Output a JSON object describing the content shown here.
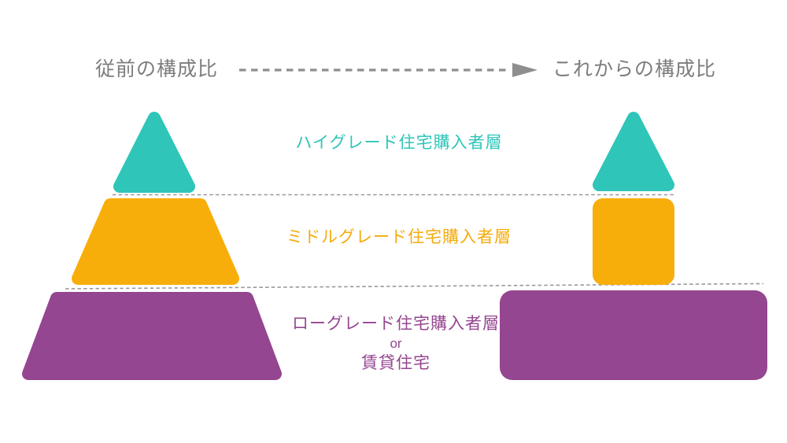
{
  "header": {
    "left_title": "従前の構成比",
    "right_title": "これからの構成比"
  },
  "colors": {
    "teal": "#2fc5b9",
    "orange": "#f8ae0a",
    "purple": "#954690",
    "title_grey": "#7d7d7d",
    "arrow_grey": "#8e8e8e",
    "dotted_line_grey": "#999999",
    "background": "#ffffff"
  },
  "tiers": {
    "high": {
      "label": "ハイグレード住宅購入者層",
      "color": "#2fc5b9"
    },
    "middle": {
      "label": "ミドルグレード住宅購入者層",
      "color": "#f8ae0a"
    },
    "low": {
      "label": "ローグレード住宅購入者層",
      "connector": "or",
      "label2": "賃貸住宅",
      "color": "#954690"
    }
  }
}
